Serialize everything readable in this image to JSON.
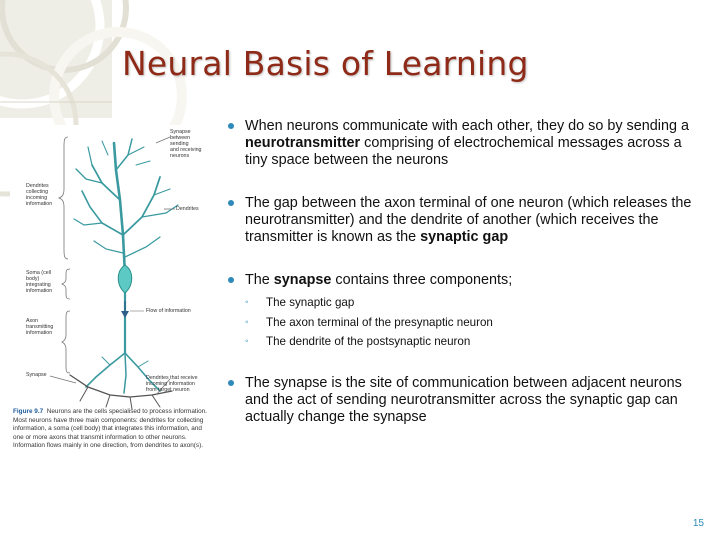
{
  "title": "Neural Basis of Learning",
  "figure": {
    "labels": {
      "synapse_between": "Synapse\nbetween\nsending\nand receiving\nneurons",
      "dendrites_collecting": "Dendrites\ncollecting\nincoming\ninformation",
      "dendrites": "Dendrites",
      "soma": "Soma (cell\nbody)\nintegrating\ninformation",
      "flow": "Flow of information",
      "axon": "Axon\ntransmitting\ninformation",
      "synapse": "Synapse",
      "dendrites_receive": "Dendrites that receive\nincoming information\nfrom target neuron"
    },
    "caption_label": "Figure 9.7",
    "caption_text": "Neurons are the cells specialised to process information. Most neurons have three main components: dendrites for collecting information, a soma (cell body) that integrates this information, and one or more axons that transmit information to other neurons. Information flows mainly in one direction, from dendrites to axon(s)."
  },
  "bullets": {
    "b1": {
      "pre": "When neurons communicate with each other, they do so by sending a ",
      "bold": "neurotransmitter",
      "post": " comprising of electrochemical messages across a tiny space between the neurons"
    },
    "b2": {
      "pre": "The gap between the axon terminal of one neuron (which releases the neurotransmitter) and the dendrite of another (which receives the transmitter is known as the ",
      "bold": "synaptic gap",
      "post": ""
    },
    "b3": {
      "pre": "The ",
      "bold": "synapse",
      "post": " contains three components;"
    },
    "sub": [
      "The synaptic gap",
      "The axon terminal of the presynaptic neuron",
      "The dendrite of the postsynaptic neuron"
    ],
    "b4": "The synapse is the site of communication between adjacent neurons and the act of sending neurotransmitter across the synaptic gap can actually change the synapse"
  },
  "page_number": "15",
  "colors": {
    "title": "#8e2a17",
    "bullet": "#2e8ab8",
    "neuron": "#3a9aa0",
    "soma": "#5cc9c4",
    "figure_label": "#1b5a9c"
  }
}
